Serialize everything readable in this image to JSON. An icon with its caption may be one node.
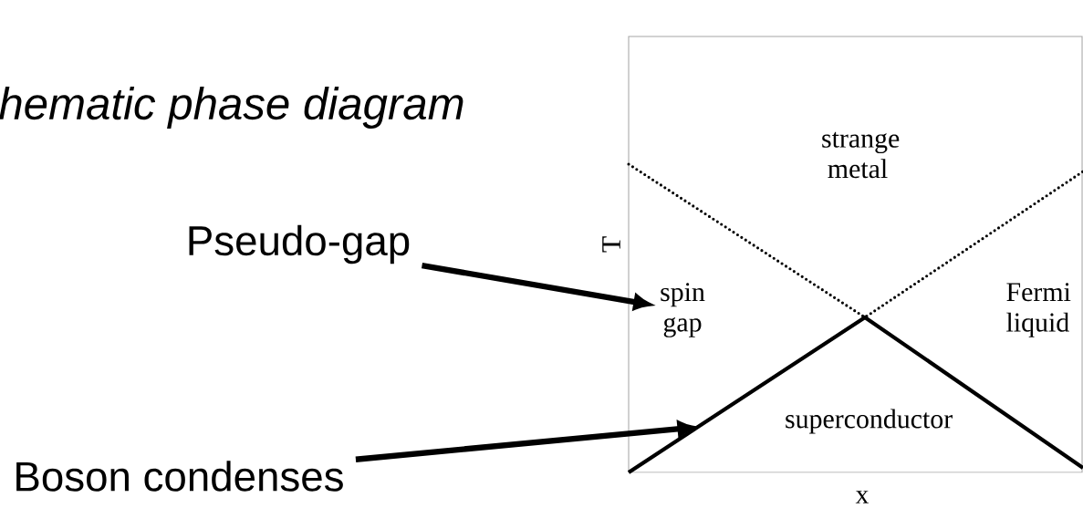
{
  "diagram": {
    "title": "hematic phase diagram",
    "nodes": [
      {
        "text": [
          "Pseudo-gap"
        ]
      },
      {
        "text": [
          "spin gap"
        ]
      },
      {
        "text": [
          "Boson condenses"
        ]
      }
    ],
    "edges": [
      {
        "from": 0,
        "to": 1,
        "arrow": "to"
      },
      {
        "from": 2,
        "to": null,
        "arrow": "to"
      }
    ],
    "labels": [
      "strange metal",
      "T",
      "Fermi liquid",
      "superconductor",
      "x"
    ]
  }
}
